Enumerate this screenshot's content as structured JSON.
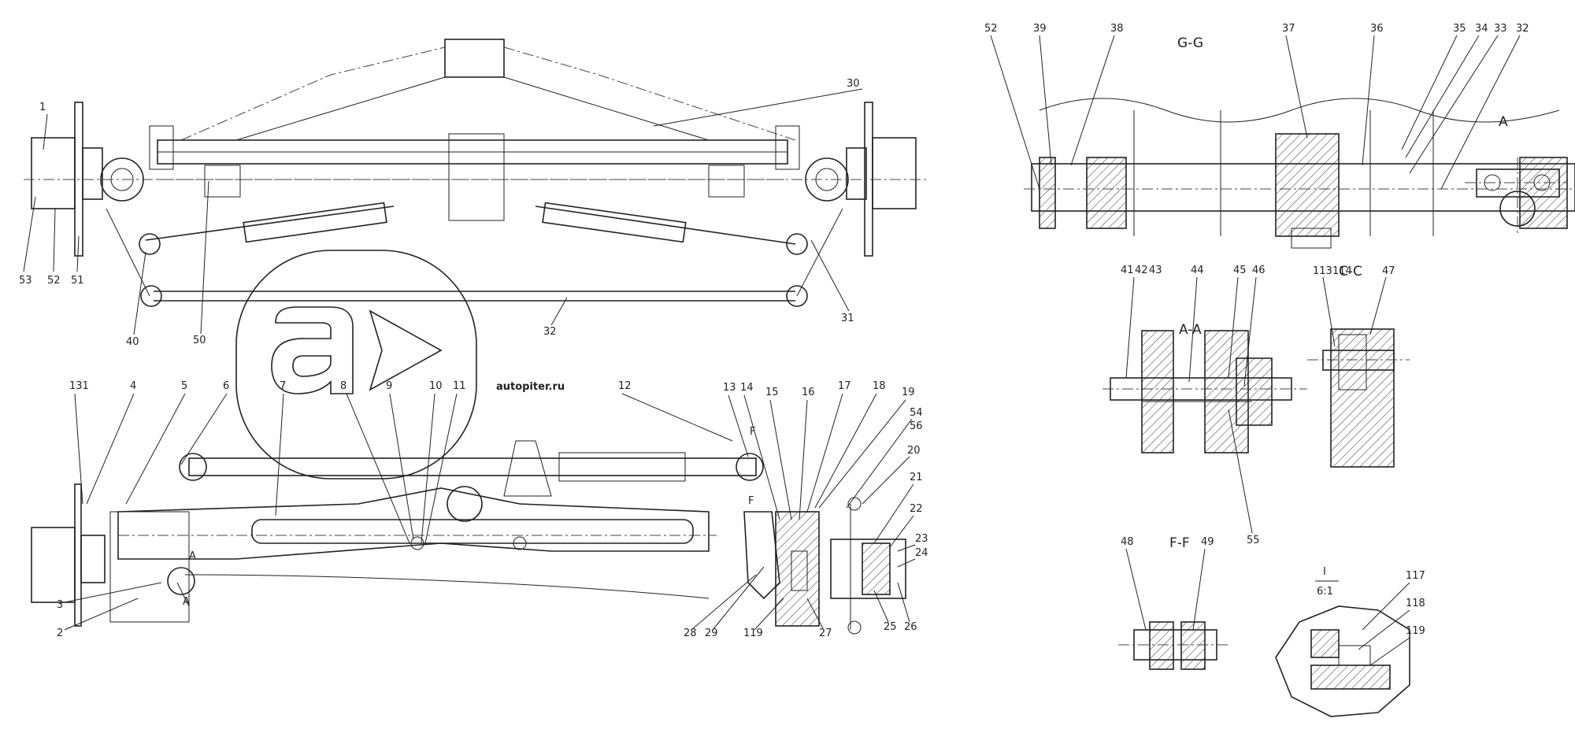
{
  "sections": {
    "gg": "G-G",
    "a_view": "A",
    "aa": "A-A",
    "cc": "C-C",
    "ff": "F-F",
    "detail_num": "I",
    "detail_den": "6:1"
  },
  "callouts_top": [
    "1",
    "30",
    "31",
    "32",
    "40",
    "50",
    "51",
    "52",
    "53"
  ],
  "callouts_gg": [
    "32",
    "33",
    "34",
    "35",
    "36",
    "37",
    "38",
    "39",
    "52"
  ],
  "callouts_bottom": [
    "2",
    "3",
    "4",
    "5",
    "6",
    "7",
    "8",
    "9",
    "10",
    "11",
    "12",
    "13",
    "14",
    "15",
    "16",
    "17",
    "18",
    "19",
    "20",
    "21",
    "22",
    "23",
    "24",
    "25",
    "26",
    "27",
    "28",
    "29",
    "54",
    "56",
    "119",
    "131"
  ],
  "callouts_aa": [
    "41",
    "42",
    "43",
    "44",
    "45",
    "46",
    "55"
  ],
  "callouts_cc": [
    "47",
    "113",
    "114"
  ],
  "callouts_ff": [
    "48",
    "49"
  ],
  "callouts_detail": [
    "117",
    "118",
    "119"
  ],
  "view_marks": [
    "A",
    "A",
    "F",
    "F"
  ],
  "watermark": {
    "text": "autopiter.ru"
  },
  "colors": {
    "line": "#222222",
    "watermark": "#9c9c9c"
  }
}
